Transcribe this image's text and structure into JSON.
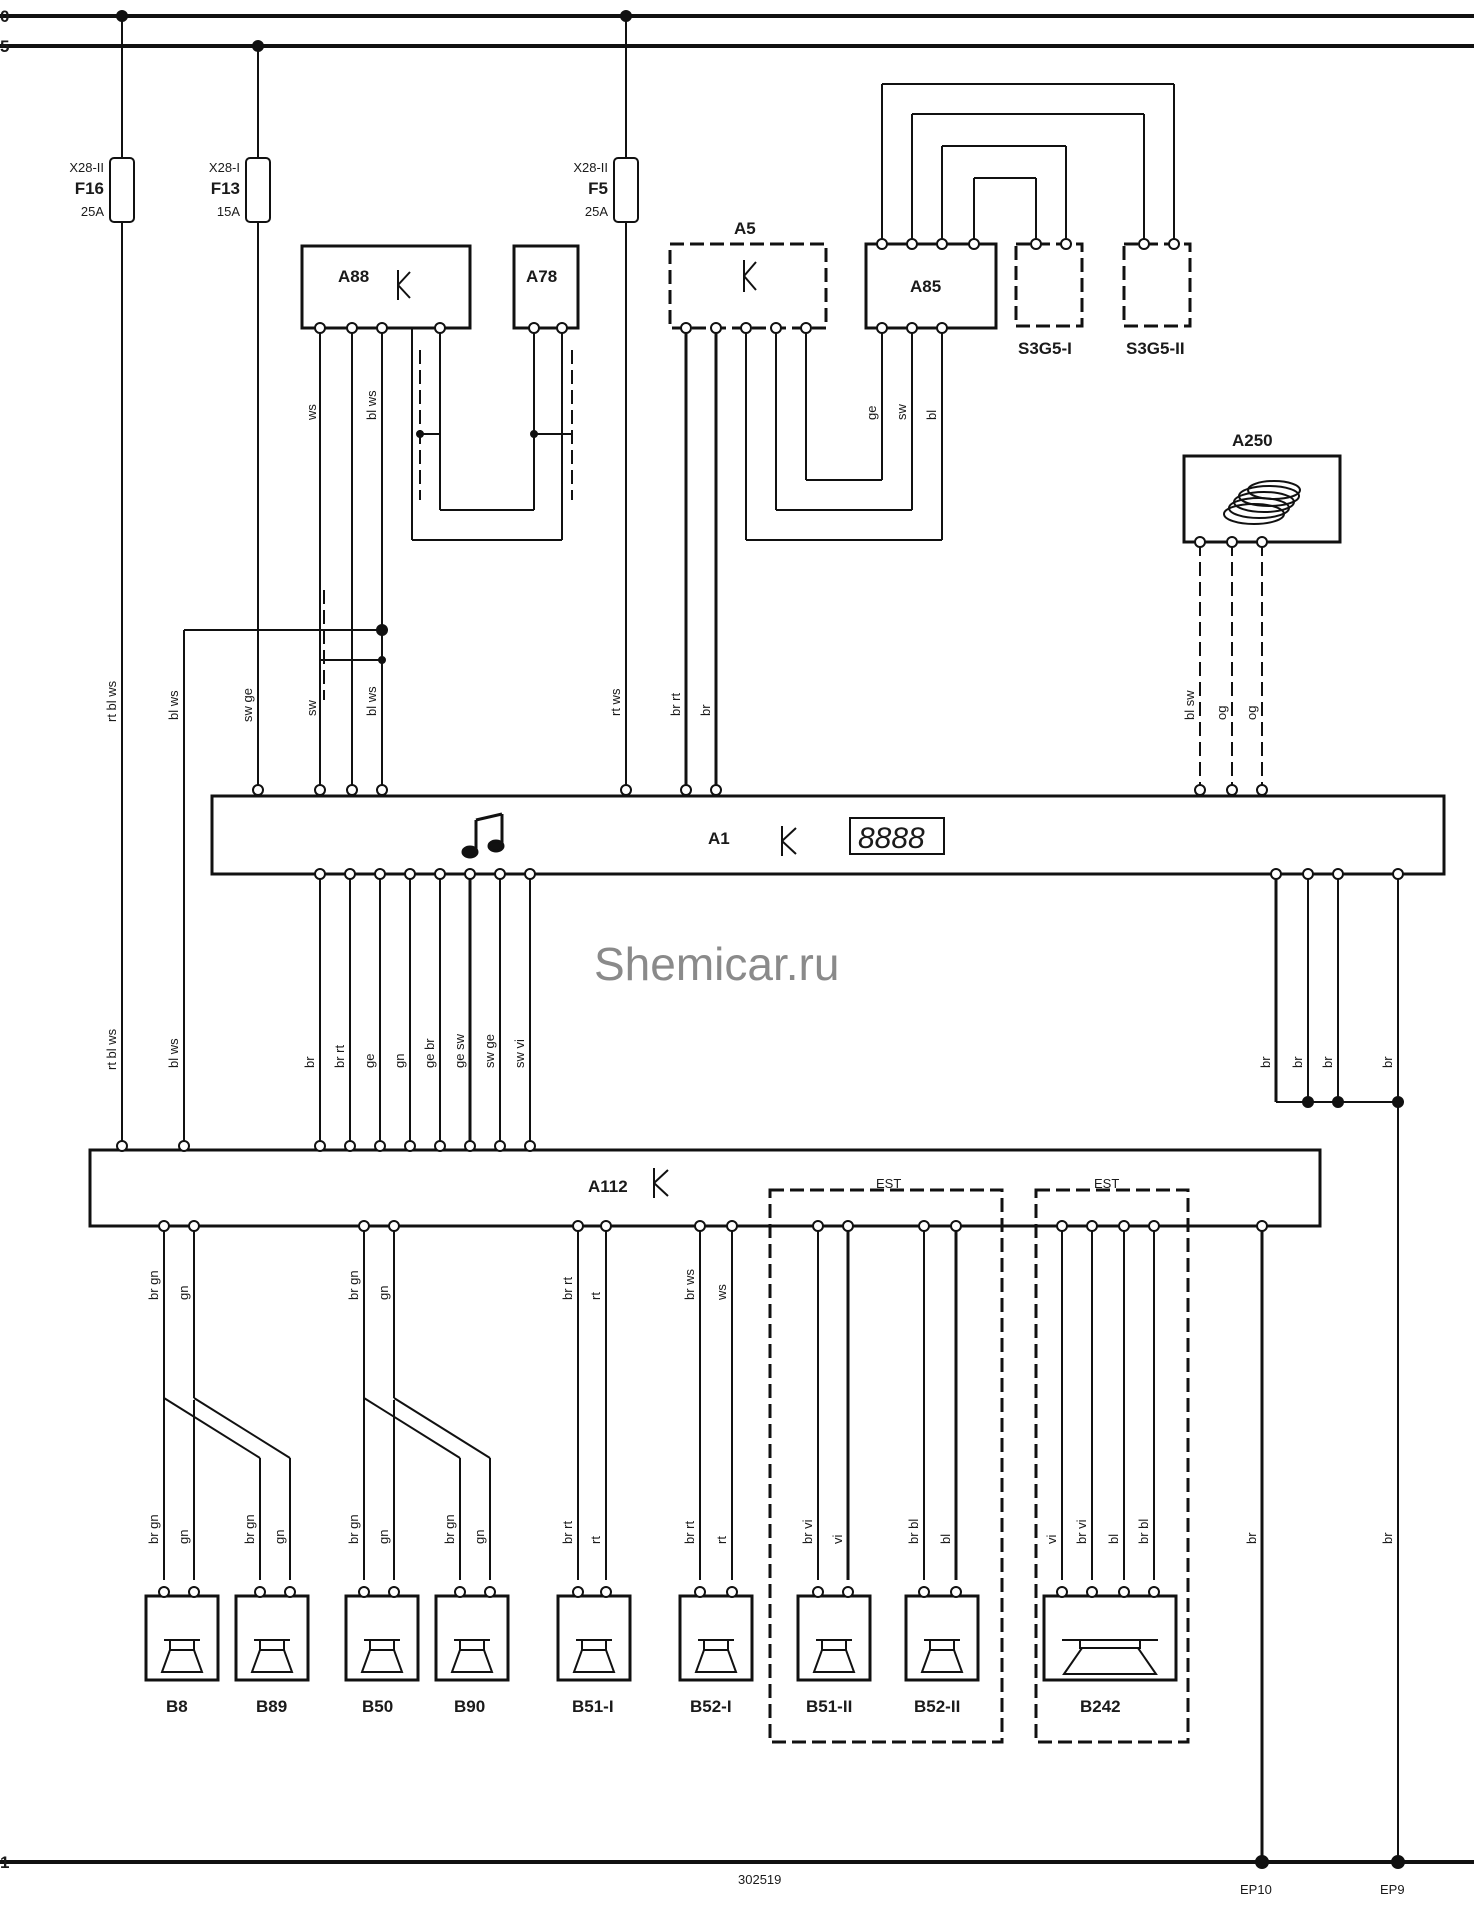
{
  "rails": {
    "top1": "0",
    "top2": "5",
    "bottom": "1"
  },
  "fuses": [
    {
      "conn": "X28-II",
      "name": "F16",
      "amp": "25A"
    },
    {
      "conn": "X28-I",
      "name": "F13",
      "amp": "15A"
    },
    {
      "conn": "X28-II",
      "name": "F5",
      "amp": "25A"
    }
  ],
  "modules": {
    "A88": "A88",
    "A78": "A78",
    "A5": "A5",
    "A85": "A85",
    "S3G5_1": "S3G5-I",
    "S3G5_2": "S3G5-II",
    "A250": "A250",
    "A1": "A1",
    "A112": "A112",
    "A1_display": "8888"
  },
  "groups": {
    "est1": "EST",
    "est2": "EST"
  },
  "speakers": [
    "B8",
    "B89",
    "B50",
    "B90",
    "B51-I",
    "B52-I",
    "B51-II",
    "B52-II",
    "B242"
  ],
  "grounds": {
    "ep10": "EP10",
    "ep9": "EP9"
  },
  "watermark": "Shemicar.ru",
  "doc_number": "302519",
  "wire_colors": {
    "ws": "ws",
    "bl_ws": "bl ws",
    "sw": "sw",
    "rt_bl_ws": "rt bl ws",
    "sw_ge": "sw ge",
    "rt_ws": "rt ws",
    "br_rt": "br rt",
    "br": "br",
    "ge": "ge",
    "bl": "bl",
    "bl_sw": "bl sw",
    "og": "og",
    "gn": "gn",
    "ge_br": "ge br",
    "ge_sw": "ge sw",
    "sw_vi": "sw vi",
    "br_gn": "br gn",
    "rt": "rt",
    "br_ws": "br ws",
    "br_vi": "br vi",
    "vi": "vi",
    "br_bl": "br bl"
  }
}
